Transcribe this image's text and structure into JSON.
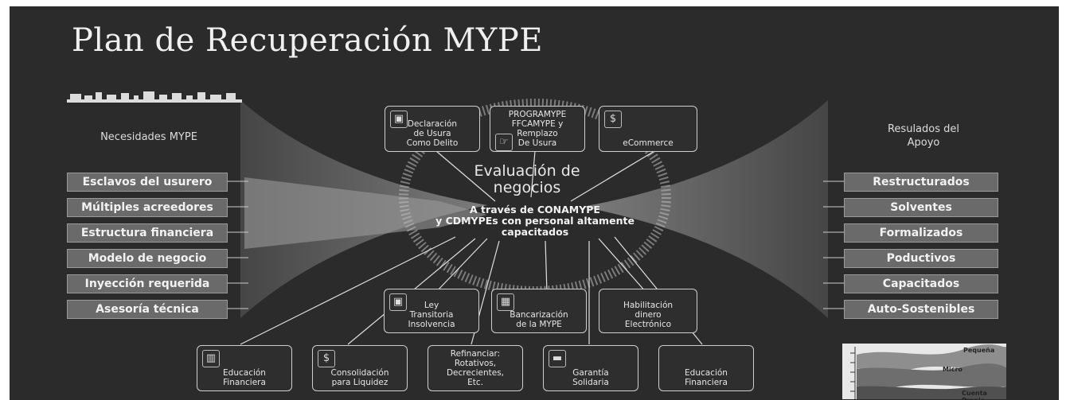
{
  "title": "Plan de Recuperación MYPE",
  "left_header": "Necesidades MYPE",
  "right_header": [
    "Resulados del",
    "Apoyo"
  ],
  "needs": [
    "Esclavos del usurero",
    "Múltiples acreedores",
    "Estructura financiera",
    "Modelo de negocio",
    "Inyección requerida",
    "Asesoría técnica"
  ],
  "results": [
    "Restructurados",
    "Solventes",
    "Formalizados",
    "Poductivos",
    "Capacitados",
    "Auto-Sostenibles"
  ],
  "center": {
    "title": [
      "Evaluación de",
      "negocios"
    ],
    "text": [
      "A través de CONAMYPE",
      "y CDMYPEs con personal altamente",
      "capacitados"
    ]
  },
  "top_boxes": [
    [
      "Declaración",
      "de Usura",
      "Como Delito"
    ],
    [
      "PROGRAMYPE",
      "FFCAMYPE y",
      "Remplazo",
      "De Usura"
    ],
    [
      "eCommerce"
    ]
  ],
  "mid_boxes": [
    [
      "Ley",
      "Transitoria",
      "Insolvencia"
    ],
    [
      "Bancarización",
      "de la MYPE"
    ],
    [
      "Habilitación",
      "dinero",
      "Electrónico"
    ]
  ],
  "bottom_boxes": [
    [
      "Educación",
      "Financiera"
    ],
    [
      "Consolidación",
      "para Liquidez"
    ],
    [
      "Refinanciar:",
      "Rotativos,",
      "Decrecientes,",
      "Etc."
    ],
    [
      "Garantía",
      "Solidaria"
    ],
    [
      "Educación",
      "Financiera"
    ]
  ],
  "mini_chart": {
    "labels": [
      "Pequeña",
      "Micro",
      "Cuenta Propia"
    ]
  }
}
